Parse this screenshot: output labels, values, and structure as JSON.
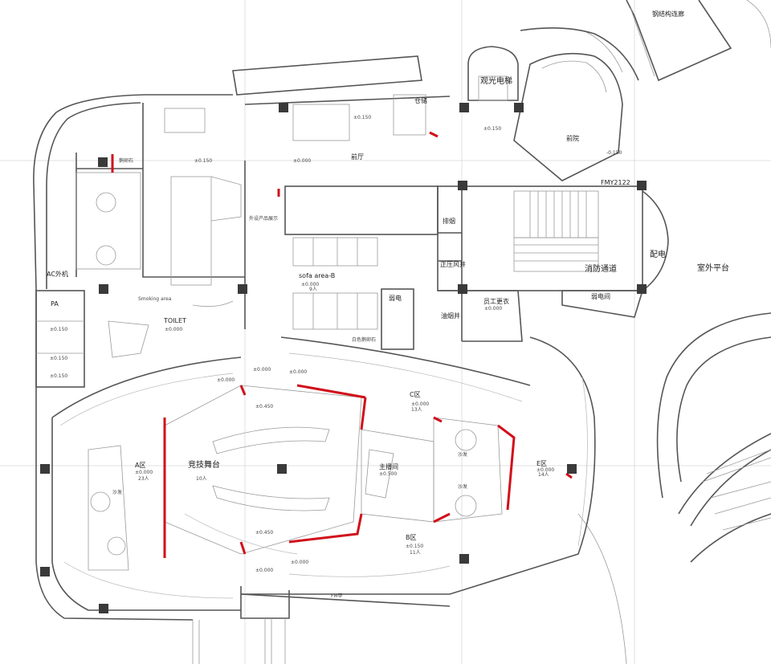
{
  "labels": {
    "steel_corridor": "钢结构连廊",
    "sightseeing_elevator": "观光电梯",
    "storage": "仓储",
    "front_hall": "前厅",
    "forecourt": "前院",
    "fmy": "FMY2122",
    "fire_passage": "消防通道",
    "exhaust": "排烟",
    "pressure_shaft": "正压风井",
    "oil_smoke_shaft": "油烟井",
    "power": "配电",
    "outdoor_platform": "室外平台",
    "staff_changing": "员工更衣",
    "weak_power": "弱电",
    "weak_power_room": "弱电间",
    "ac_unit": "AC外机",
    "toilet": "TOILET",
    "smoking_area": "Smoking area",
    "pa": "PA",
    "sofa_area_b": "sofa area-B",
    "sofa_b_people": "9人",
    "c_zone": "C区",
    "c_people": "13人",
    "a_zone": "A区",
    "a_people": "23人",
    "b_zone": "B区",
    "b_people": "11人",
    "stage": "竞技舞台",
    "stage_people": "10人",
    "broadcast": "主播间",
    "e_zone": "E区",
    "e_people": "14人",
    "sofa_1": "沙发",
    "sofa_2": "沙发",
    "sofa_left": "沙发",
    "white_marble": "白色鹅卵石",
    "marble": "鹅卵石",
    "product_display": "外设产品展示",
    "mark": "FM甲"
  },
  "elevations": {
    "e_000": "±0.000",
    "e_150": "±0.150",
    "e_450": "±0.450",
    "e_neg_150": "-0.150",
    "e_500": "±0.500"
  }
}
